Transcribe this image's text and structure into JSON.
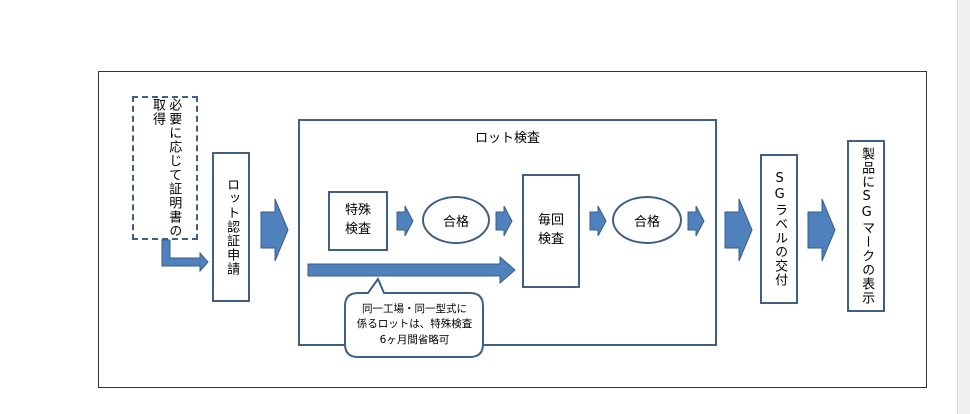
{
  "nodes": {
    "certificate": "必要に応じて証明書の取得",
    "lot_application": "ロット認証申請",
    "lot_inspection_title": "ロット検査",
    "special_inspection": "特殊\n検査",
    "pass_1": "合格",
    "every_inspection": "毎回\n検査",
    "pass_2": "合格",
    "sg_label_issue": "SGラベルの交付",
    "sg_mark_display": "製品にSGマークの表示"
  },
  "callout": "同一工場・同一型式に\n係るロットは、特殊検査\n6ヶ月間省略可",
  "colors": {
    "arrow_fill": "#4f81bd",
    "arrow_stroke": "#385d8a",
    "box_stroke": "#41607f"
  }
}
